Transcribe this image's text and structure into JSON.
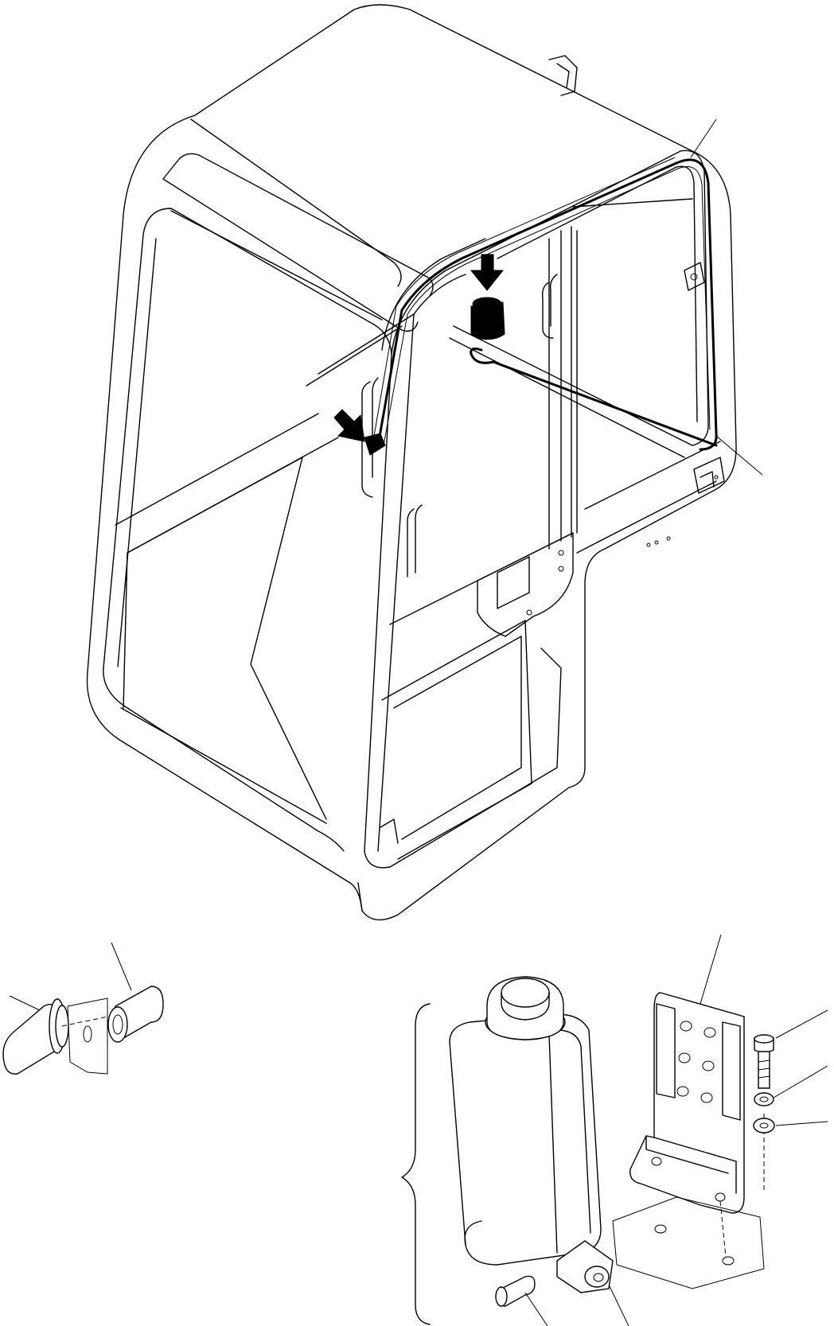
{
  "diagram": {
    "leader_lines": 10,
    "arrows": 2,
    "parts": [
      "cab-frame",
      "washer-hose",
      "nozzle",
      "hose-joint",
      "washer-tank",
      "tank-bracket",
      "bolt",
      "lock-washer",
      "flat-washer",
      "tank-cap",
      "pump-motor"
    ]
  }
}
